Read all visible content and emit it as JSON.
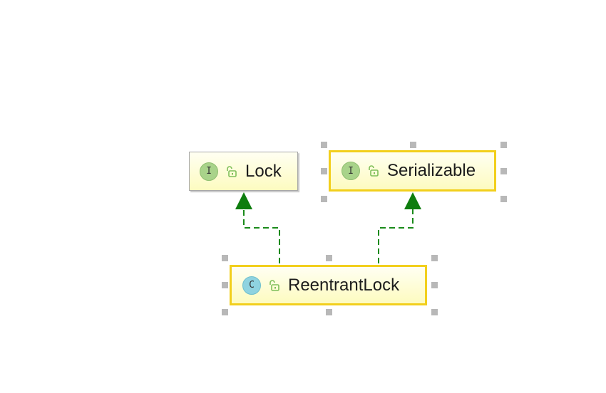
{
  "diagram": {
    "nodes": [
      {
        "id": "lock",
        "kind": "interface",
        "badge": "I",
        "name": "Lock",
        "selected": false
      },
      {
        "id": "serializable",
        "kind": "interface",
        "badge": "I",
        "name": "Serializable",
        "selected": true
      },
      {
        "id": "reentrantlock",
        "kind": "class",
        "badge": "C",
        "name": "ReentrantLock",
        "selected": true
      }
    ],
    "edges": [
      {
        "from": "reentrantlock",
        "to": "lock",
        "relation": "implements"
      },
      {
        "from": "reentrantlock",
        "to": "serializable",
        "relation": "implements"
      }
    ],
    "colors": {
      "edge": "#1a8a1a",
      "arrowhead": "#0e7d0e",
      "selection_border": "#f2cf1c",
      "interface_badge": "#a9d38a",
      "class_badge": "#8fd3e0",
      "lock_icon": "#7fbf5a"
    },
    "icons": {
      "visibility": "open-lock-icon"
    }
  }
}
